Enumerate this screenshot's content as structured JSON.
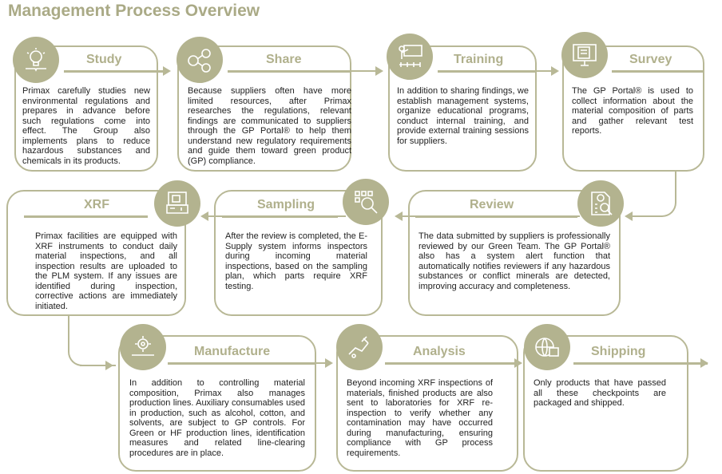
{
  "title": "Management Process Overview",
  "steps": [
    {
      "name": "Study",
      "icon": "lightbulb-book-icon",
      "text": "Primax carefully studies new environmental regulations and prepares in advance before such regulations come into effect. The Group also implements plans to reduce hazardous substances and chemicals in its products."
    },
    {
      "name": "Share",
      "icon": "share-people-icon",
      "text": "Because suppliers often have more limited resources, after Primax researches the regulations, relevant findings are communicated to suppliers through the GP Portal® to help them understand new regulatory requirements and guide them toward green product (GP) compliance."
    },
    {
      "name": "Training",
      "icon": "presenter-icon",
      "text": "In addition to sharing findings, we establish management systems, organize educational programs, conduct internal training, and provide external training sessions for suppliers."
    },
    {
      "name": "Survey",
      "icon": "monitor-form-icon",
      "text": "The GP Portal® is used to collect information about the material composition of parts and gather relevant test reports."
    },
    {
      "name": "Review",
      "icon": "document-search-icon",
      "text": "The data submitted by suppliers is professionally reviewed by our Green Team. The GP Portal® also has a system alert function that automatically notifies reviewers if any hazardous substances or conflict minerals are detected, improving accuracy and completeness."
    },
    {
      "name": "Sampling",
      "icon": "grid-magnifier-icon",
      "text": "After the review is completed, the E-Supply system informs inspectors during incoming material inspections, based on the sampling plan, which parts require XRF testing."
    },
    {
      "name": "XRF",
      "icon": "xrf-machine-icon",
      "text": "Primax facilities are equipped with XRF instruments to conduct daily material inspections, and all inspection results are uploaded to the PLM system. If any issues are identified during inspection, corrective actions are immediately initiated."
    },
    {
      "name": "Manufacture",
      "icon": "gear-conveyor-icon",
      "text": "In addition to controlling material composition, Primax also manages production lines. Auxiliary consumables used in production, such as alcohol, cotton, and solvents, are subject to GP controls. For Green or HF production lines, identification measures and related line-clearing procedures are in place."
    },
    {
      "name": "Analysis",
      "icon": "hand-dropper-icon",
      "text": "Beyond incoming XRF inspections of materials, finished products are also sent to laboratories for XRF re-inspection to verify whether any contamination may have occurred during manufacturing, ensuring compliance with GP process requirements."
    },
    {
      "name": "Shipping",
      "icon": "globe-package-icon",
      "text": "Only products that have passed all these checkpoints are packaged and shipped."
    }
  ]
}
